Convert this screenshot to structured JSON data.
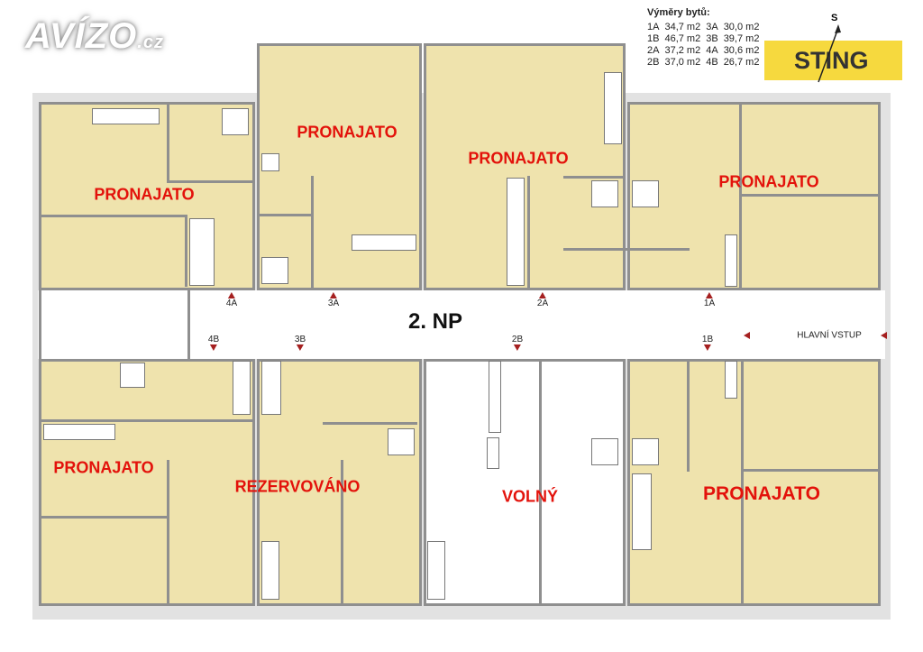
{
  "logo": {
    "brand": "AVÍZO",
    "suffix": ".cz"
  },
  "legend": {
    "title": "Výměry bytů:",
    "rows": [
      [
        "1A",
        "34,7 m2",
        "3A",
        "30,0 m2"
      ],
      [
        "1B",
        "46,7 m2",
        "3B",
        "39,7 m2"
      ],
      [
        "2A",
        "37,2 m2",
        "4A",
        "30,6 m2"
      ],
      [
        "2B",
        "37,0 m2",
        "4B",
        "26,7 m2"
      ]
    ]
  },
  "compass": {
    "label": "S"
  },
  "sting_logo": "STING",
  "floor_label": "2. NP",
  "entrance_label": "HLAVNÍ VSTUP",
  "units": {
    "4A": {
      "label": "4A",
      "status": "PRONAJATO"
    },
    "3A": {
      "label": "3A",
      "status": "PRONAJATO"
    },
    "2A": {
      "label": "2A",
      "status": "PRONAJATO"
    },
    "1A": {
      "label": "1A",
      "status": "PRONAJATO"
    },
    "4B": {
      "label": "4B",
      "status": "PRONAJATO"
    },
    "3B": {
      "label": "3B",
      "status": "REZERVOVÁNO"
    },
    "2B": {
      "label": "2B",
      "status": "VOLNÝ"
    },
    "1B": {
      "label": "1B",
      "status": "PRONAJATO"
    }
  },
  "colors": {
    "room": "#efe3ad",
    "status": "#e3120b",
    "wall": "#8f8f8f",
    "sting": "#f5d62e"
  }
}
